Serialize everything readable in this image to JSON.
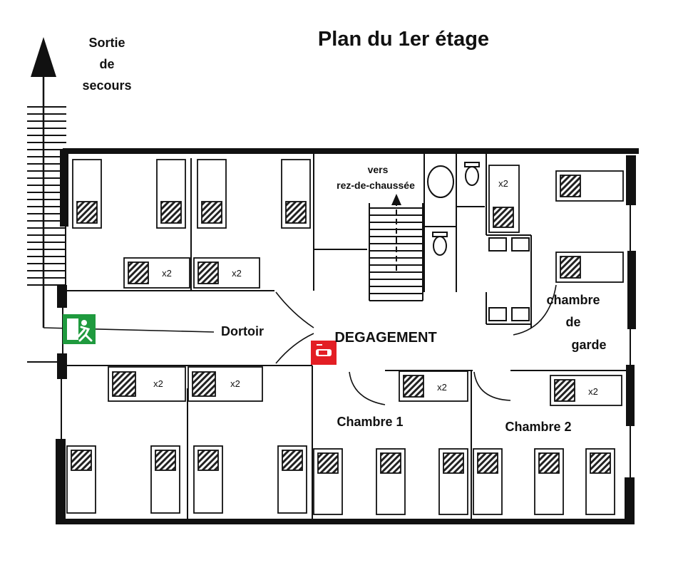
{
  "title": "Plan du 1er étage",
  "exit_label": [
    "Sortie",
    "de",
    "secours"
  ],
  "stairs_label": [
    "vers",
    "rez-de-chaussée"
  ],
  "rooms": {
    "dortoir": "Dortoir",
    "degagement": "DEGAGEMENT",
    "chambre_1": "Chambre 1",
    "chambre_2": "Chambre 2",
    "chambre_de_garde": [
      "chambre",
      "de",
      "garde"
    ]
  },
  "bunk_label": "x2",
  "icons": {
    "emergency_exit": "emergency-exit-sign-icon",
    "fire_extinguisher": "fire-extinguisher-sign-icon",
    "exit_color": "#1f9a3e",
    "extinguisher_color": "#e31e24"
  }
}
